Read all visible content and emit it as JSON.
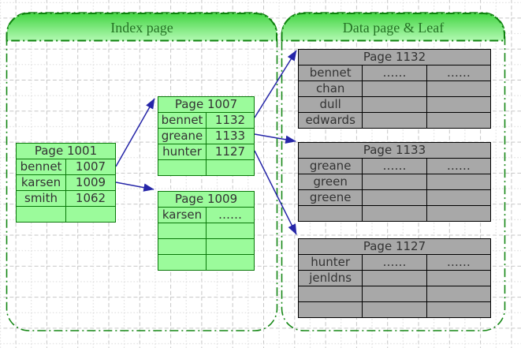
{
  "headers": {
    "index_title": "Index page",
    "data_title": "Data page & Leaf"
  },
  "colors": {
    "band-top": "#44d544",
    "band-bottom": "#b2f9b2",
    "band-border": "#0f820f",
    "container-border": "#158715",
    "header-text": "#267326",
    "green-fill": "#9bfb9b",
    "green-border": "#097809",
    "gray-fill": "#a8a8a8",
    "gray-border": "#000000",
    "cell-text": "#333333",
    "arrow": "#2626a8",
    "grid-major": "#c6c6c6",
    "grid-minor": "#d9d9d9"
  },
  "tables": {
    "page1001": {
      "title": "Page 1001",
      "cols": 2,
      "rows": [
        [
          "bennet",
          "1007"
        ],
        [
          "karsen",
          "1009"
        ],
        [
          "smith",
          "1062"
        ],
        [
          "",
          ""
        ]
      ]
    },
    "page1007": {
      "title": "Page 1007",
      "cols": 2,
      "rows": [
        [
          "bennet",
          "1132"
        ],
        [
          "greane",
          "1133"
        ],
        [
          "hunter",
          "1127"
        ],
        [
          "",
          ""
        ]
      ]
    },
    "page1009": {
      "title": "Page 1009",
      "cols": 2,
      "rows": [
        [
          "karsen",
          "……"
        ],
        [
          "",
          ""
        ],
        [
          "",
          ""
        ],
        [
          "",
          ""
        ]
      ]
    },
    "page1132": {
      "title": "Page 1132",
      "cols": 3,
      "rows": [
        [
          "bennet",
          "……",
          "……"
        ],
        [
          "chan",
          "",
          ""
        ],
        [
          "dull",
          "",
          ""
        ],
        [
          "edwards",
          "",
          ""
        ]
      ]
    },
    "page1133": {
      "title": "Page 1133",
      "cols": 3,
      "rows": [
        [
          "greane",
          "……",
          "……"
        ],
        [
          "green",
          "",
          ""
        ],
        [
          "greene",
          "",
          ""
        ],
        [
          "",
          "",
          ""
        ]
      ]
    },
    "page1127": {
      "title": "Page 1127",
      "cols": 3,
      "rows": [
        [
          "hunter",
          "……",
          "……"
        ],
        [
          "jenldns",
          "",
          ""
        ],
        [
          "",
          "",
          ""
        ],
        [
          "",
          "",
          ""
        ]
      ]
    }
  },
  "arrows": [
    {
      "from": "page1001.bennet",
      "to": "page1007"
    },
    {
      "from": "page1001.karsen",
      "to": "page1009"
    },
    {
      "from": "page1007.bennet",
      "to": "page1132"
    },
    {
      "from": "page1007.greane",
      "to": "page1133"
    },
    {
      "from": "page1007.hunter",
      "to": "page1127"
    }
  ]
}
